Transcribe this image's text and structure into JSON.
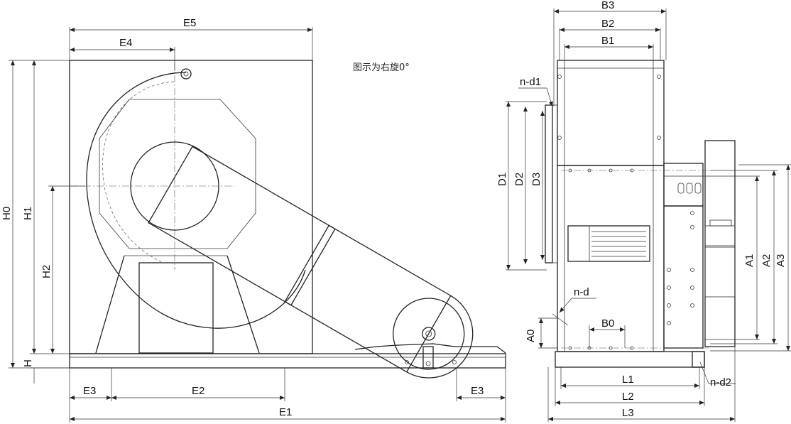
{
  "note": "图示为右旋0°",
  "labels": {
    "E5": "E5",
    "E4": "E4",
    "H0": "H0",
    "H1": "H1",
    "H2": "H2",
    "H": "H",
    "E3": "E3",
    "E2": "E2",
    "E1": "E1",
    "B3": "B3",
    "B2": "B2",
    "B1": "B1",
    "B0": "B0",
    "nd1": "n-d1",
    "nd": "n-d",
    "nd2": "n-d2",
    "D1": "D1",
    "D2": "D2",
    "D3": "D3",
    "A0": "A0",
    "A1": "A1",
    "A2": "A2",
    "A3": "A3",
    "L1": "L1",
    "L2": "L2",
    "L3": "L3"
  }
}
